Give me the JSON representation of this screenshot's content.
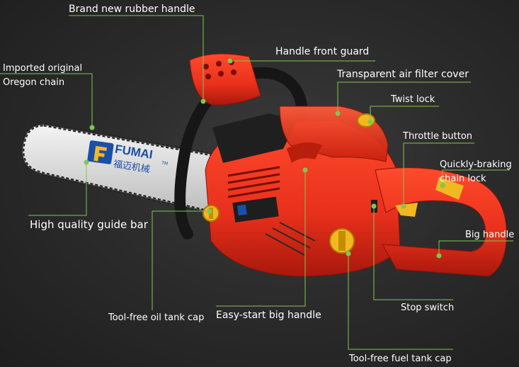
{
  "image": {
    "subject": "chainsaw-product-diagram",
    "colors": {
      "background": "#2c2c2c",
      "body_red": "#e8301c",
      "accent_yellow": "#f2b820",
      "callout_line": "#7ec850",
      "callout_dot": "#7ec850",
      "label_text": "#ffffff"
    }
  },
  "labels": {
    "rubber_handle": "Brand new rubber handle",
    "handle_front_guard": "Handle front guard",
    "imported_chain_line1": "Imported original",
    "imported_chain_line2": "Oregon chain",
    "air_filter_cover": "Transparent air filter cover",
    "twist_lock": "Twist lock",
    "throttle_button": "Throttle button",
    "chain_lock_line1": "Quickly-braking",
    "chain_lock_line2": "chain lock",
    "big_handle": "Big handle",
    "guide_bar": "High quality guide bar",
    "stop_switch": "Stop switch",
    "oil_tank_cap": "Tool-free oil tank cap",
    "easy_start": "Easy-start big handle",
    "fuel_tank_cap": "Tool-free fuel tank cap"
  },
  "product": {
    "brand_logo": "FUMAI",
    "brand_chinese": "福迈机械",
    "trademark": "TM"
  }
}
